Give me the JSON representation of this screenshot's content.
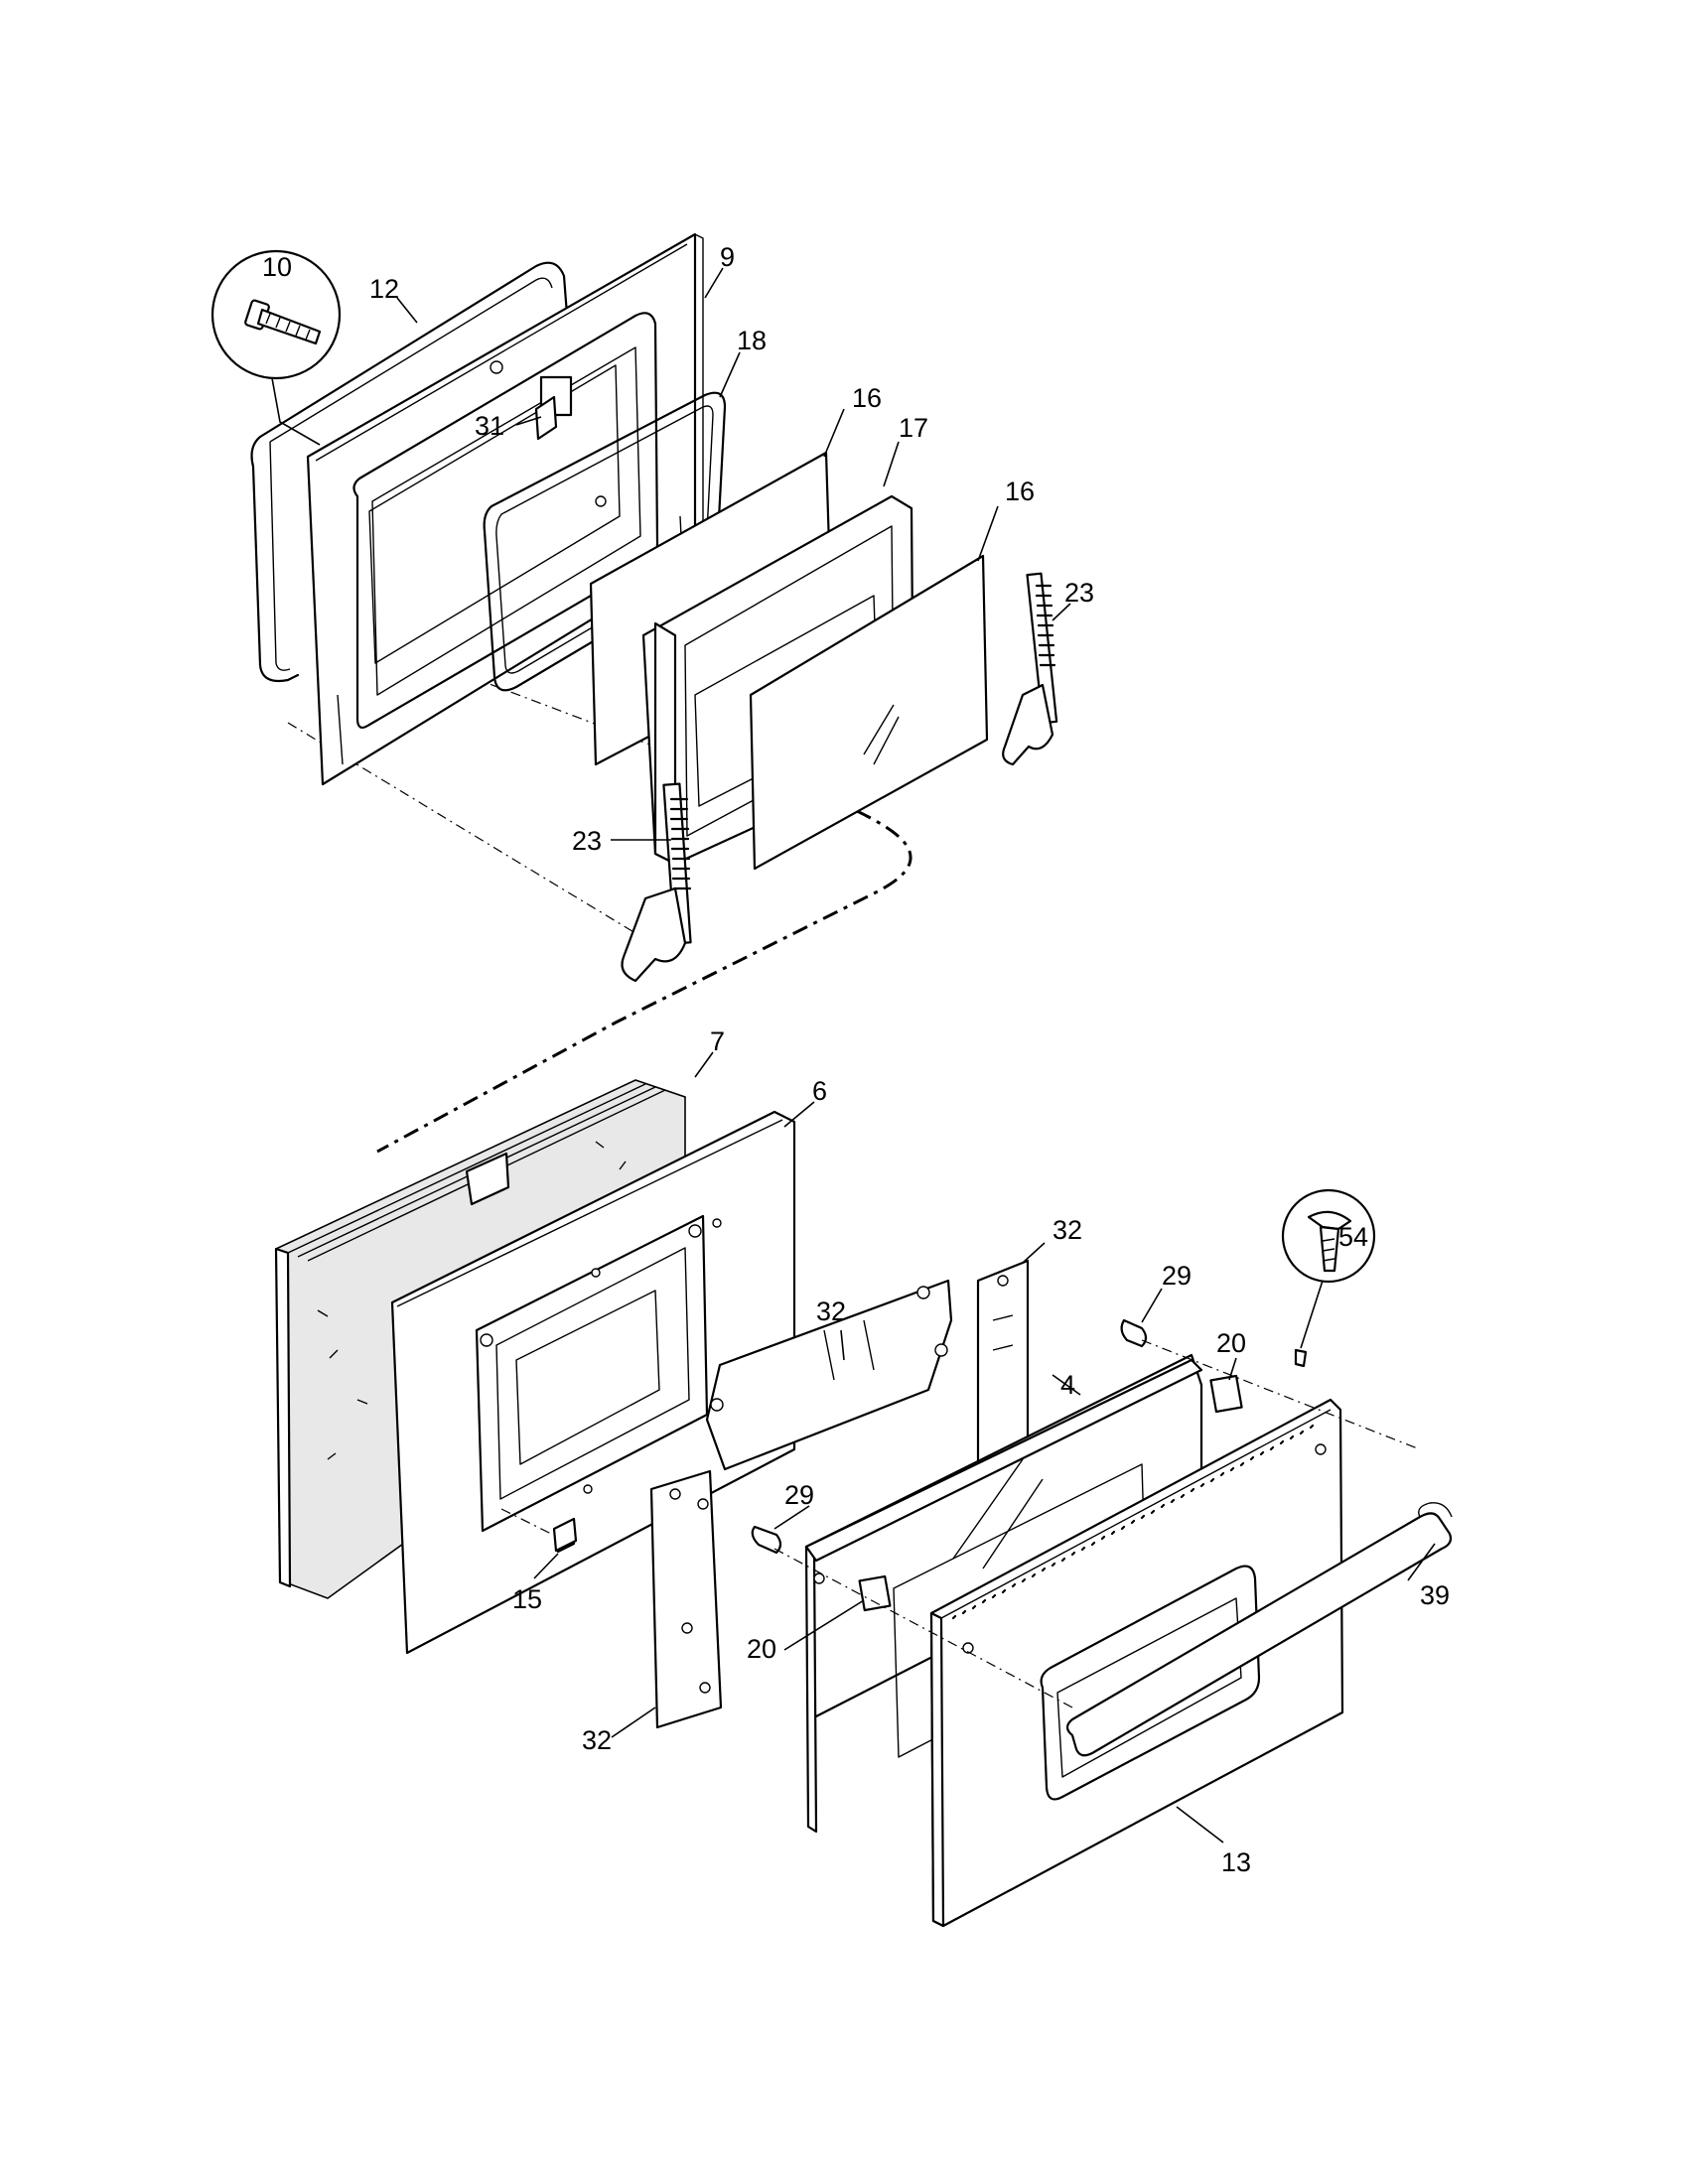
{
  "callouts": {
    "c10": "10",
    "c12": "12",
    "c9": "9",
    "c18": "18",
    "c31": "31",
    "c16a": "16",
    "c17": "17",
    "c16b": "16",
    "c23a": "23",
    "c23b": "23",
    "c7": "7",
    "c6": "6",
    "c32a": "32",
    "c32b": "32",
    "c29a": "29",
    "c54": "54",
    "c20a": "20",
    "c4": "4",
    "c29b": "29",
    "c15": "15",
    "c20b": "20",
    "c39": "39",
    "c32c": "32",
    "c13": "13"
  }
}
